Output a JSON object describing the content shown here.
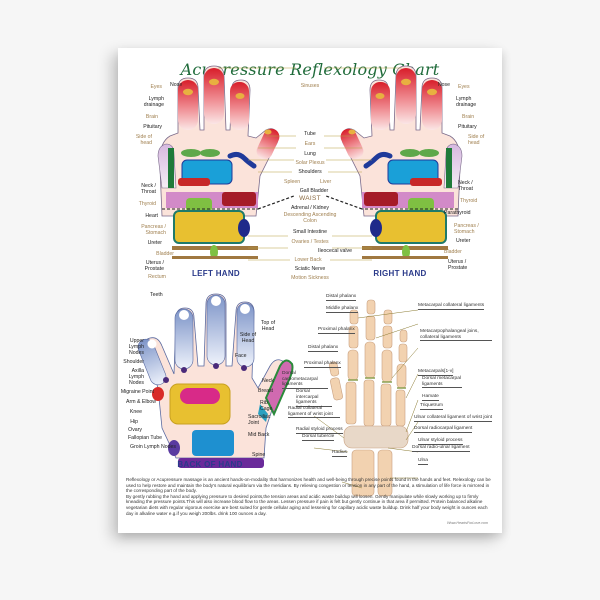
{
  "title": "Acupressure Reflexology Chart",
  "colors": {
    "title_green": "#1f6b3a",
    "finger_red": "#d81e2a",
    "caption_blue": "#2a3a8a",
    "background": "#f6f6f6",
    "poster": "#ffffff"
  },
  "palm_section": {
    "left_caption": "LEFT HAND",
    "right_caption": "RIGHT HAND",
    "waist_label": "WAIST",
    "left_labels": [
      "Eyes",
      "Lymph drainage",
      "Brain",
      "Pituitary",
      "Side of head",
      "Neck / Throat",
      "Thyroid",
      "Heart",
      "Pancreas / Stomach",
      "Ureter",
      "Bladder",
      "Uterus / Prostate",
      "Rectum"
    ],
    "right_labels": [
      "Eyes",
      "Lymph drainage",
      "Brain",
      "Pituitary",
      "Side of head",
      "Neck / Throat",
      "Thyroid",
      "Parathyroid",
      "Pancreas / Stomach",
      "Ureter",
      "Bladder",
      "Uterus / Prostate"
    ],
    "top_labels": {
      "nose_left": "Nose",
      "sinuses": "Sinuses",
      "nose_right": "Nose"
    },
    "center_labels": [
      "Tube",
      "Ears",
      "Lung",
      "Solar Plexus",
      "Shoulders",
      "Spleen",
      "Liver",
      "Gall Bladder",
      "Adrenal / Kidney",
      "Descending Ascending Colon",
      "Small Intestine",
      "Ovaries / Testes",
      "Ileocecal valve",
      "Lower Back",
      "Sciatic Nerve",
      "Motion Sickness"
    ]
  },
  "back_of_hand": {
    "caption": "BACK OF HAND",
    "labels_left": [
      "Teeth",
      "Upper Lymph Nodes",
      "Shoulder",
      "Axilla Lymph Nodes",
      "Migraine Point",
      "Arm & Elbow",
      "Knee",
      "Hip",
      "Ovary",
      "Fallopian Tube",
      "Groin Lymph Nodes"
    ],
    "labels_right": [
      "Side of Head",
      "Top of Head",
      "Face",
      "Neck",
      "Breast",
      "Rib Cage",
      "Sacroiliac Joint",
      "Mid Back",
      "Spine"
    ]
  },
  "skeleton": {
    "labels_left": [
      "Distal phalanx",
      "Middle phalanx",
      "Proximal phalanx",
      "Distal phalanx",
      "Proximal phalanx",
      "Dorsal carpometacarpal ligaments",
      "Dorsal intercarpal ligaments",
      "Radial collateral ligament of wrist joint",
      "Radial styloid process",
      "Dorsal tubercle",
      "Radius"
    ],
    "labels_right": [
      "Metacarpal collateral ligaments",
      "Metacarpophalangeal joins, collateral ligaments",
      "Metacarpals[1-v]",
      "Dorsal metacarpal ligaments",
      "Hamate",
      "Triquetrum",
      "Ulnar collateral ligament of wrist joint",
      "Dorsal radiocarpal ligament",
      "Ulnar styloid process",
      "Dorsal radio-ulnar ligament",
      "Ulna"
    ]
  },
  "description": [
    "Reflexology or Acupressure massage is an ancient hands-on-modality that harmonizes health and well-being through precise points found in the hands and feet. Relexology can be used to help restore and maintain the body's natural equilibrium via the meridians. By relieving congestion or tension in any part of the hand, a stimulation of life force is mirrored in the corresponding part of the body.",
    "By gently rubbing the hand and applying pressure to desired points,the tension areas and acidic waste buildup will loosen. Gently manipulate while slowly working up to firmly kneading the pressure points.This will also increase blood flow to the areas. Lessen pressure if pain is felt but gently continue in that area if permitted. Protein balanced alkaline vegetarian diets with regular vigorous exercise are best suited for gentle cellular aging and lessening for capillary acidic waste buildup. Drink half your body weight in ounces each day in alkaline water e.g.if you weigh 200lbs. drink 100 ounces a day."
  ],
  "credit": "Www.HeartsForLove.com"
}
